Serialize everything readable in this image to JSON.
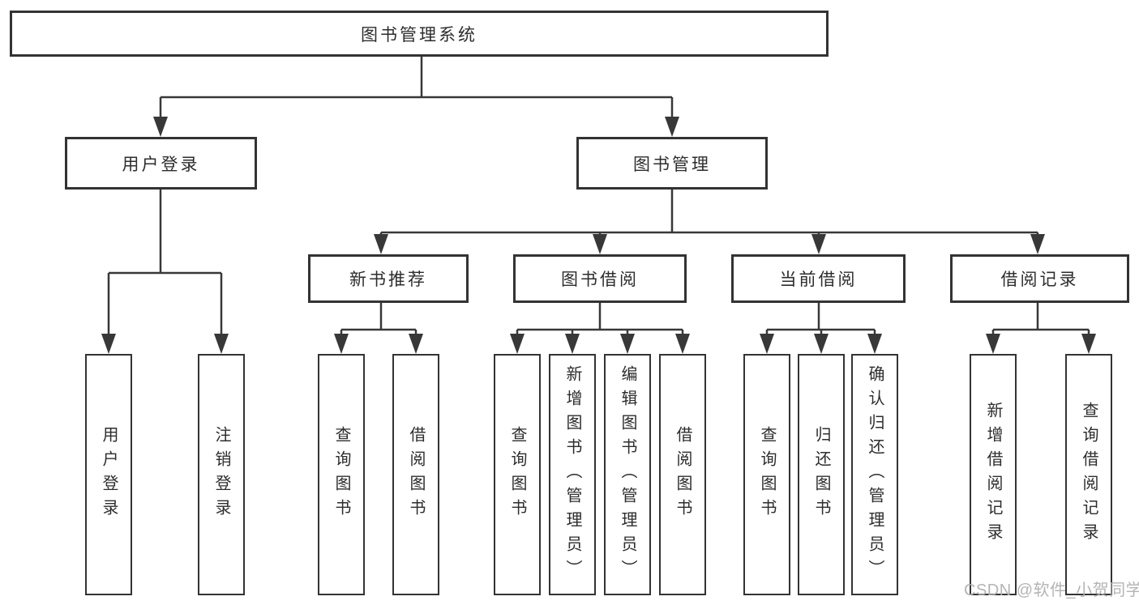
{
  "colors": {
    "background": "#ffffff",
    "box_border": "#333333",
    "connector": "#383838",
    "text": "#2d2d2d",
    "watermark": "#b0b0b0"
  },
  "watermark": {
    "text": "CSDN @软件_小贺同学"
  },
  "tree": {
    "label": "图书管理系统",
    "children": [
      {
        "label": "用户登录",
        "leaves": [
          {
            "label": "用户登录"
          },
          {
            "label": "注销登录"
          }
        ]
      },
      {
        "label": "图书管理",
        "children": [
          {
            "label": "新书推荐",
            "leaves": [
              {
                "label": "查询图书"
              },
              {
                "label": "借阅图书"
              }
            ]
          },
          {
            "label": "图书借阅",
            "leaves": [
              {
                "label": "查询图书"
              },
              {
                "label": "新增图书（管理员）"
              },
              {
                "label": "编辑图书（管理员）"
              },
              {
                "label": "借阅图书"
              }
            ]
          },
          {
            "label": "当前借阅",
            "leaves": [
              {
                "label": "查询图书"
              },
              {
                "label": "归还图书"
              },
              {
                "label": "确认归还（管理员）"
              }
            ]
          },
          {
            "label": "借阅记录",
            "leaves": [
              {
                "label": "新增借阅记录"
              },
              {
                "label": "查询借阅记录"
              }
            ]
          }
        ]
      }
    ]
  }
}
